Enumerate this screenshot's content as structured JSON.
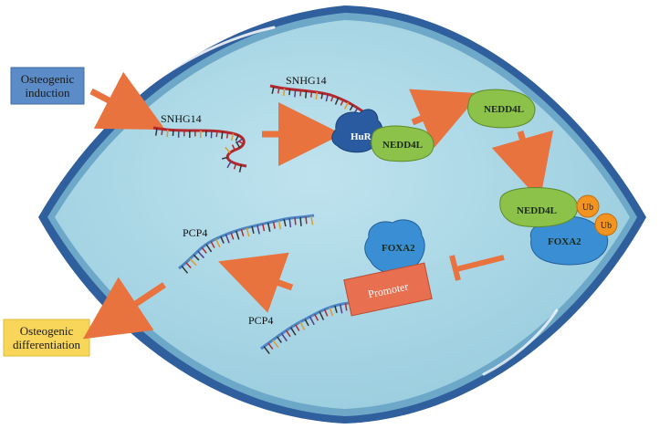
{
  "labels": {
    "osteogenic_induction_line1": "Osteogenic",
    "osteogenic_induction_line2": "induction",
    "osteogenic_diff_line1": "Osteogenic",
    "osteogenic_diff_line2": "differentiation",
    "snhg14_top": "SNHG14",
    "snhg14_left": "SNHG14",
    "hur": "HuR",
    "nedd4l_complex": "NEDD4L",
    "nedd4l_free": "NEDD4L",
    "nedd4l_ub": "NEDD4L",
    "foxa2_ub": "FOXA2",
    "ub1": "Ub",
    "ub2": "Ub",
    "foxa2_promoter": "FOXA2",
    "promoter": "Promoter",
    "pcp4_top": "PCP4",
    "pcp4_bottom": "PCP4"
  },
  "colors": {
    "cell_fill": "#a8d6e4",
    "cell_border": "#2e5d99",
    "arrow": "#e8733f",
    "nedd4l": "#8cc14a",
    "hur": "#2a5aa0",
    "foxa2": "#3a8fd4",
    "ub": "#f2941f",
    "promoter": "#e86f50",
    "induction_box": "#5b8cc8",
    "diff_box": "#f7d65a",
    "rna_red": "#b3282d",
    "dna_blue": "#4a86c6"
  }
}
